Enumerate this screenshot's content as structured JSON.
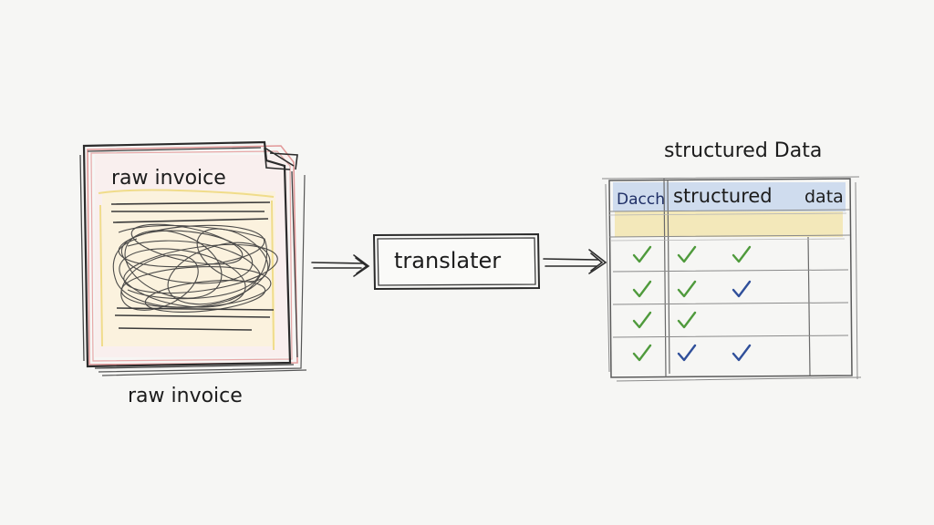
{
  "input_doc": {
    "header_label": "raw invoice",
    "caption": "raw invoice"
  },
  "process_box": {
    "label": "translater"
  },
  "output_table": {
    "title": "structured Data",
    "header_left": "Dacch",
    "header_middle": "structured",
    "header_right": "data",
    "rows": [
      [
        "green",
        "green",
        "green"
      ],
      [
        "green",
        "green",
        "blue"
      ],
      [
        "green",
        "green",
        null
      ],
      [
        "green",
        "blue",
        "blue"
      ]
    ]
  },
  "colors": {
    "background": "#f6f6f4",
    "ink": "#1c1c1c",
    "scribble": "#3a3a3a",
    "pencil_red": "#e29a9a",
    "pencil_yellow": "#f0dc8a",
    "pencil_blue": "#aec6ea",
    "check_green": "#4f9a3c",
    "check_blue": "#2f4f9a"
  }
}
